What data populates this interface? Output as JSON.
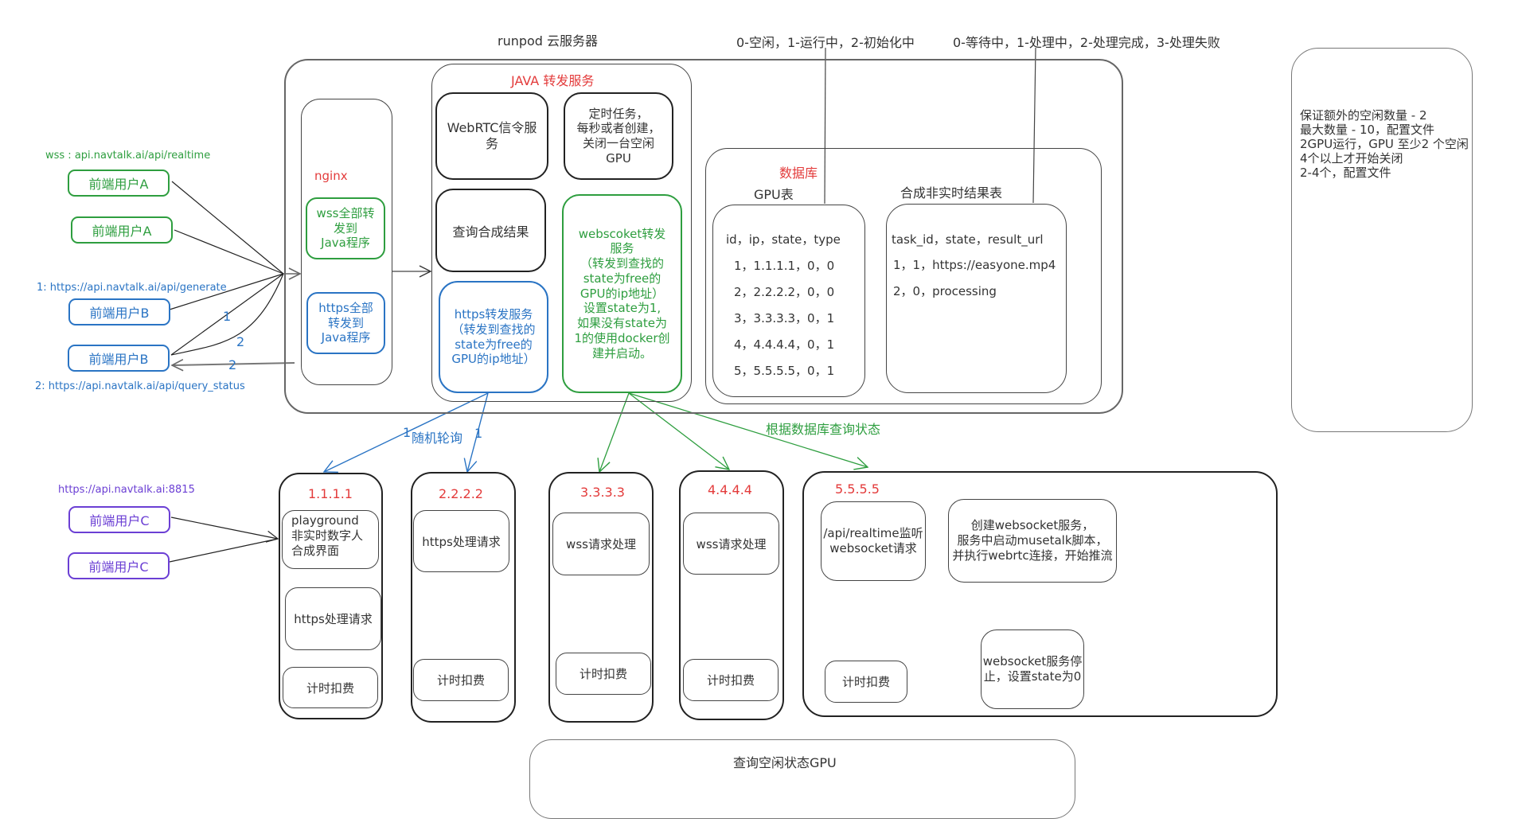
{
  "header": {
    "cloud_title": "runpod 云服务器",
    "gpu_state_legend": "0-空闲，1-运行中，2-初始化中",
    "task_state_legend": "0-等待中，1-处理中，2-处理完成，3-处理失败"
  },
  "clients": {
    "user_a_url": "wss : api.navtalk.ai/api/realtime",
    "user_a_labels": [
      "前端用户A",
      "前端用户A"
    ],
    "user_b_url_generate": "1: https://api.navtalk.ai/api/generate",
    "user_b_url_query": "2: https://api.navtalk.ai/api/query_status",
    "user_b_labels": [
      "前端用户B",
      "前端用户B"
    ],
    "user_c_url": "https://api.navtalk.ai:8815",
    "user_c_labels": [
      "前端用户C",
      "前端用户C"
    ],
    "edge_labels": {
      "step1": "1",
      "step2a": "2",
      "step2b": "2"
    }
  },
  "nginx": {
    "title": "nginx",
    "wss_rule": "wss全部转\n发到\nJava程序",
    "https_rule": "https全部\n转发到\nJava程序"
  },
  "java_service": {
    "title": "JAVA 转发服务",
    "webrtc": "WebRTC信令服\n务",
    "scheduler": "定时任务，\n每秒或者创建，\n关闭一台空闲\nGPU",
    "query_result": "查询合成结果",
    "websocket_forward": "webscoket转发\n服务\n（转发到查找的\nstate为free的\nGPU的ip地址）\n设置state为1,\n如果没有state为\n1的使用docker创\n建并启动。",
    "https_forward": "https转发服务\n（转发到查找的\nstate为free的\nGPU的ip地址）"
  },
  "database": {
    "title": "数据库",
    "gpu_table": {
      "title": "GPU表",
      "header": "id，ip，state，type",
      "rows": [
        "1，1.1.1.1，0，0",
        "2，2.2.2.2，0，0",
        "3，3.3.3.3，0，1",
        "4，4.4.4.4，0，1",
        "5，5.5.5.5，0，1"
      ]
    },
    "result_table": {
      "title": "合成非实时结果表",
      "header": "task_id，state，result_url",
      "rows": [
        "1，1，https://easyone.mp4",
        "2，0，processing"
      ]
    }
  },
  "notes": {
    "config": "保证额外的空闲数量 - 2\n最大数量 - 10，配置文件\n2GPU运行，GPU 至少2 个空闲\n4个以上才开始关闭\n2-4个，配置文件"
  },
  "routing": {
    "round_robin": "随机轮询",
    "rr_left": "1",
    "rr_right": "1",
    "db_query": "根据数据库查询状态"
  },
  "gpus": [
    {
      "ip": "1.1.1.1",
      "blocks": [
        "playground\n非实时数字人\n合成界面",
        "https处理请求",
        "计时扣费"
      ]
    },
    {
      "ip": "2.2.2.2",
      "blocks": [
        "https处理请求",
        "计时扣费"
      ]
    },
    {
      "ip": "3.3.3.3",
      "blocks": [
        "wss请求处理",
        "计时扣费"
      ]
    },
    {
      "ip": "4.4.4.4",
      "blocks": [
        "wss请求处理",
        "计时扣费"
      ]
    }
  ],
  "gpu5": {
    "ip": "5.5.5.5",
    "listen": "/api/realtime监听\nwebsocket请求",
    "create": "创建websocket服务，\n服务中启动musetalk脚本，\n并执行webrtc连接，开始推流",
    "stop": "websocket服务停\n止，设置state为0",
    "billing": "计时扣费"
  },
  "idle_query": {
    "label": "查询空闲状态GPU"
  },
  "colors": {
    "green": "#2e9e3f",
    "blue": "#2a74c4",
    "purple": "#6b3fd4",
    "red": "#e33b3b",
    "outline": "#222222"
  }
}
